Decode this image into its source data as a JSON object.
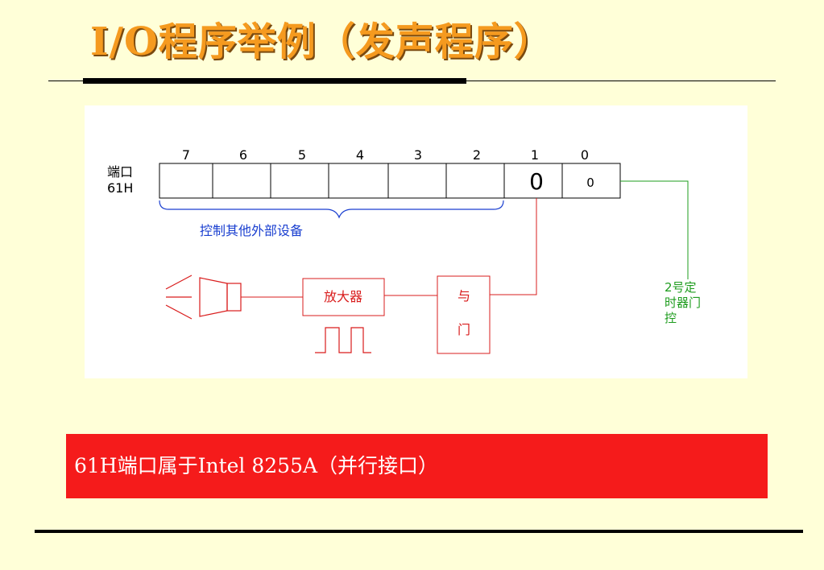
{
  "title": "I/O程序举例（发声程序）",
  "port": {
    "label_line1": "端口",
    "label_line2": "61H"
  },
  "bit_numbers": [
    "7",
    "6",
    "5",
    "4",
    "3",
    "2",
    "1",
    "0"
  ],
  "bit_values": {
    "bit1": "0",
    "bit0": "0"
  },
  "brace_label": "控制其他外部设备",
  "amplifier_label": "放大器",
  "and_gate_label_top": "与",
  "and_gate_label_bottom": "门",
  "timer_label": [
    "2号定",
    "时器门",
    "控"
  ],
  "banner_text": "61H端口属于Intel 8255A（并行接口）",
  "colors": {
    "title": "#f59a1f",
    "banner": "#f51b1b",
    "brace": "#1a3fd0",
    "gate": "#d91c1c",
    "timer": "#1e9c1e"
  }
}
